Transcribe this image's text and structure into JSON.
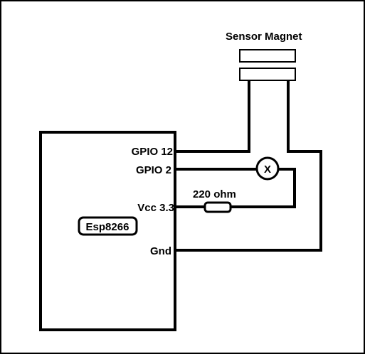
{
  "labels": {
    "sensor": "Sensor Magnet",
    "gpio12": "GPIO 12",
    "gpio2": "GPIO 2",
    "vcc": "Vcc 3.3",
    "resistor": "220 ohm",
    "chip": "Esp8266",
    "gnd": "Gnd",
    "led_symbol": "X"
  },
  "colors": {
    "line": "#000000",
    "background": "#ffffff"
  }
}
